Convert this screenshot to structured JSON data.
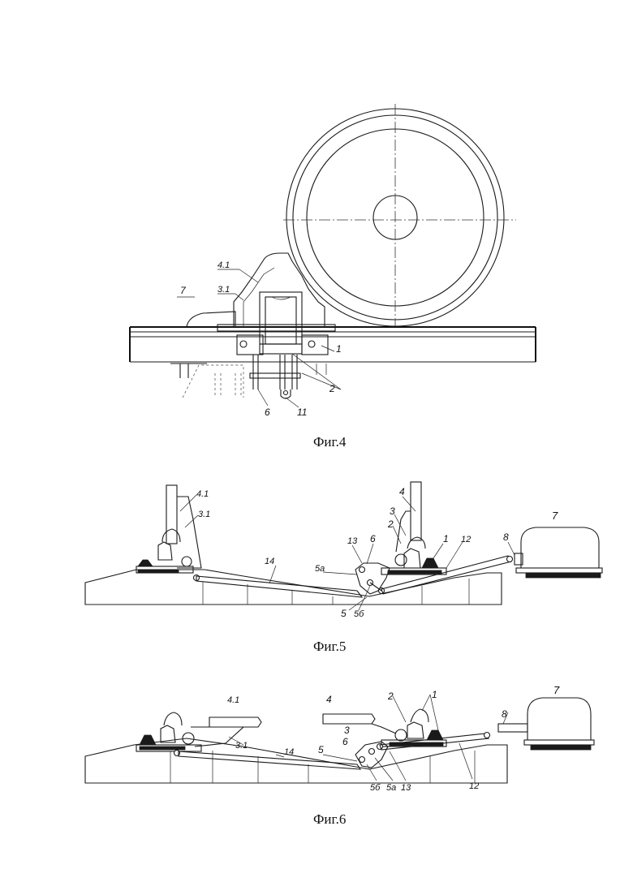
{
  "figures": [
    {
      "caption": "Фиг.4",
      "labels": [
        "4.1",
        "3.1",
        "7",
        "1",
        "2",
        "6",
        "11"
      ]
    },
    {
      "caption": "Фиг.5",
      "labels": [
        "4.1",
        "3.1",
        "4",
        "3",
        "2",
        "13",
        "6",
        "1",
        "12",
        "8",
        "7",
        "14",
        "5а",
        "5",
        "5б"
      ]
    },
    {
      "caption": "Фиг.6",
      "labels": [
        "4.1",
        "4",
        "2",
        "1",
        "7",
        "8",
        "3",
        "6",
        "3.1",
        "14",
        "5",
        "5б",
        "5а",
        "13",
        "12"
      ]
    }
  ]
}
